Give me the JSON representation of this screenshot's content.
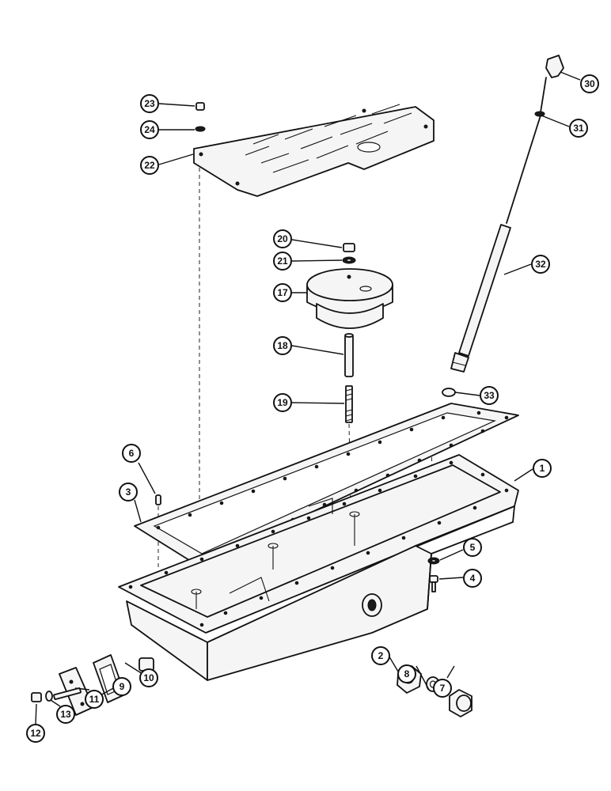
{
  "diagram": {
    "callouts": [
      {
        "id": "c30",
        "label": "30"
      },
      {
        "id": "c31",
        "label": "31"
      },
      {
        "id": "c23",
        "label": "23"
      },
      {
        "id": "c24",
        "label": "24"
      },
      {
        "id": "c22",
        "label": "22"
      },
      {
        "id": "c20",
        "label": "20"
      },
      {
        "id": "c21",
        "label": "21"
      },
      {
        "id": "c17",
        "label": "17"
      },
      {
        "id": "c32",
        "label": "32"
      },
      {
        "id": "c18",
        "label": "18"
      },
      {
        "id": "c19",
        "label": "19"
      },
      {
        "id": "c33",
        "label": "33"
      },
      {
        "id": "c6",
        "label": "6"
      },
      {
        "id": "c1",
        "label": "1"
      },
      {
        "id": "c3",
        "label": "3"
      },
      {
        "id": "c5",
        "label": "5"
      },
      {
        "id": "c4",
        "label": "4"
      },
      {
        "id": "c2",
        "label": "2"
      },
      {
        "id": "c8",
        "label": "8"
      },
      {
        "id": "c7",
        "label": "7"
      },
      {
        "id": "c10",
        "label": "10"
      },
      {
        "id": "c9",
        "label": "9"
      },
      {
        "id": "c11",
        "label": "11"
      },
      {
        "id": "c13",
        "label": "13"
      },
      {
        "id": "c12",
        "label": "12"
      }
    ]
  }
}
